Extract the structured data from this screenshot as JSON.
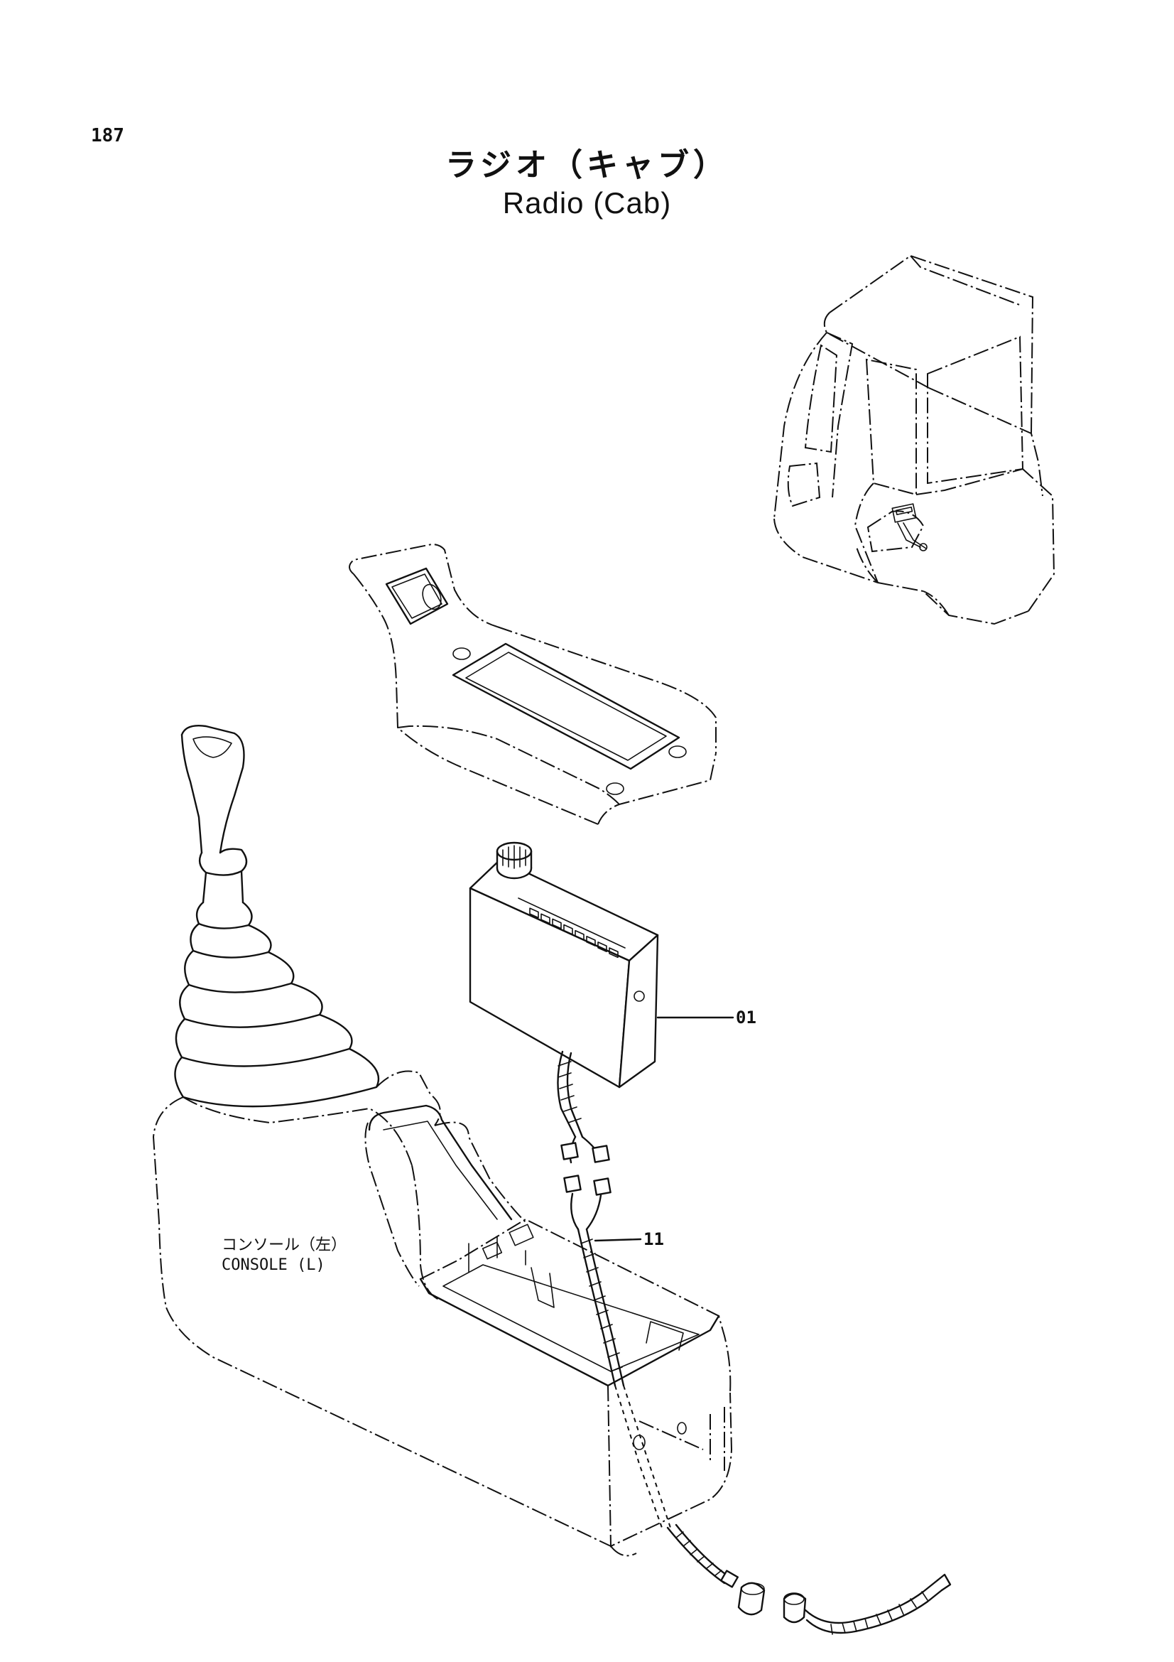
{
  "page": {
    "number": "187",
    "title_ja": "ラジオ（キャブ）",
    "title_en": "Radio (Cab)"
  },
  "labels": {
    "console_ja": "コンソール（左）",
    "console_en": "CONSOLE (L)"
  },
  "callouts": [
    {
      "id": "01"
    },
    {
      "id": "11"
    }
  ]
}
